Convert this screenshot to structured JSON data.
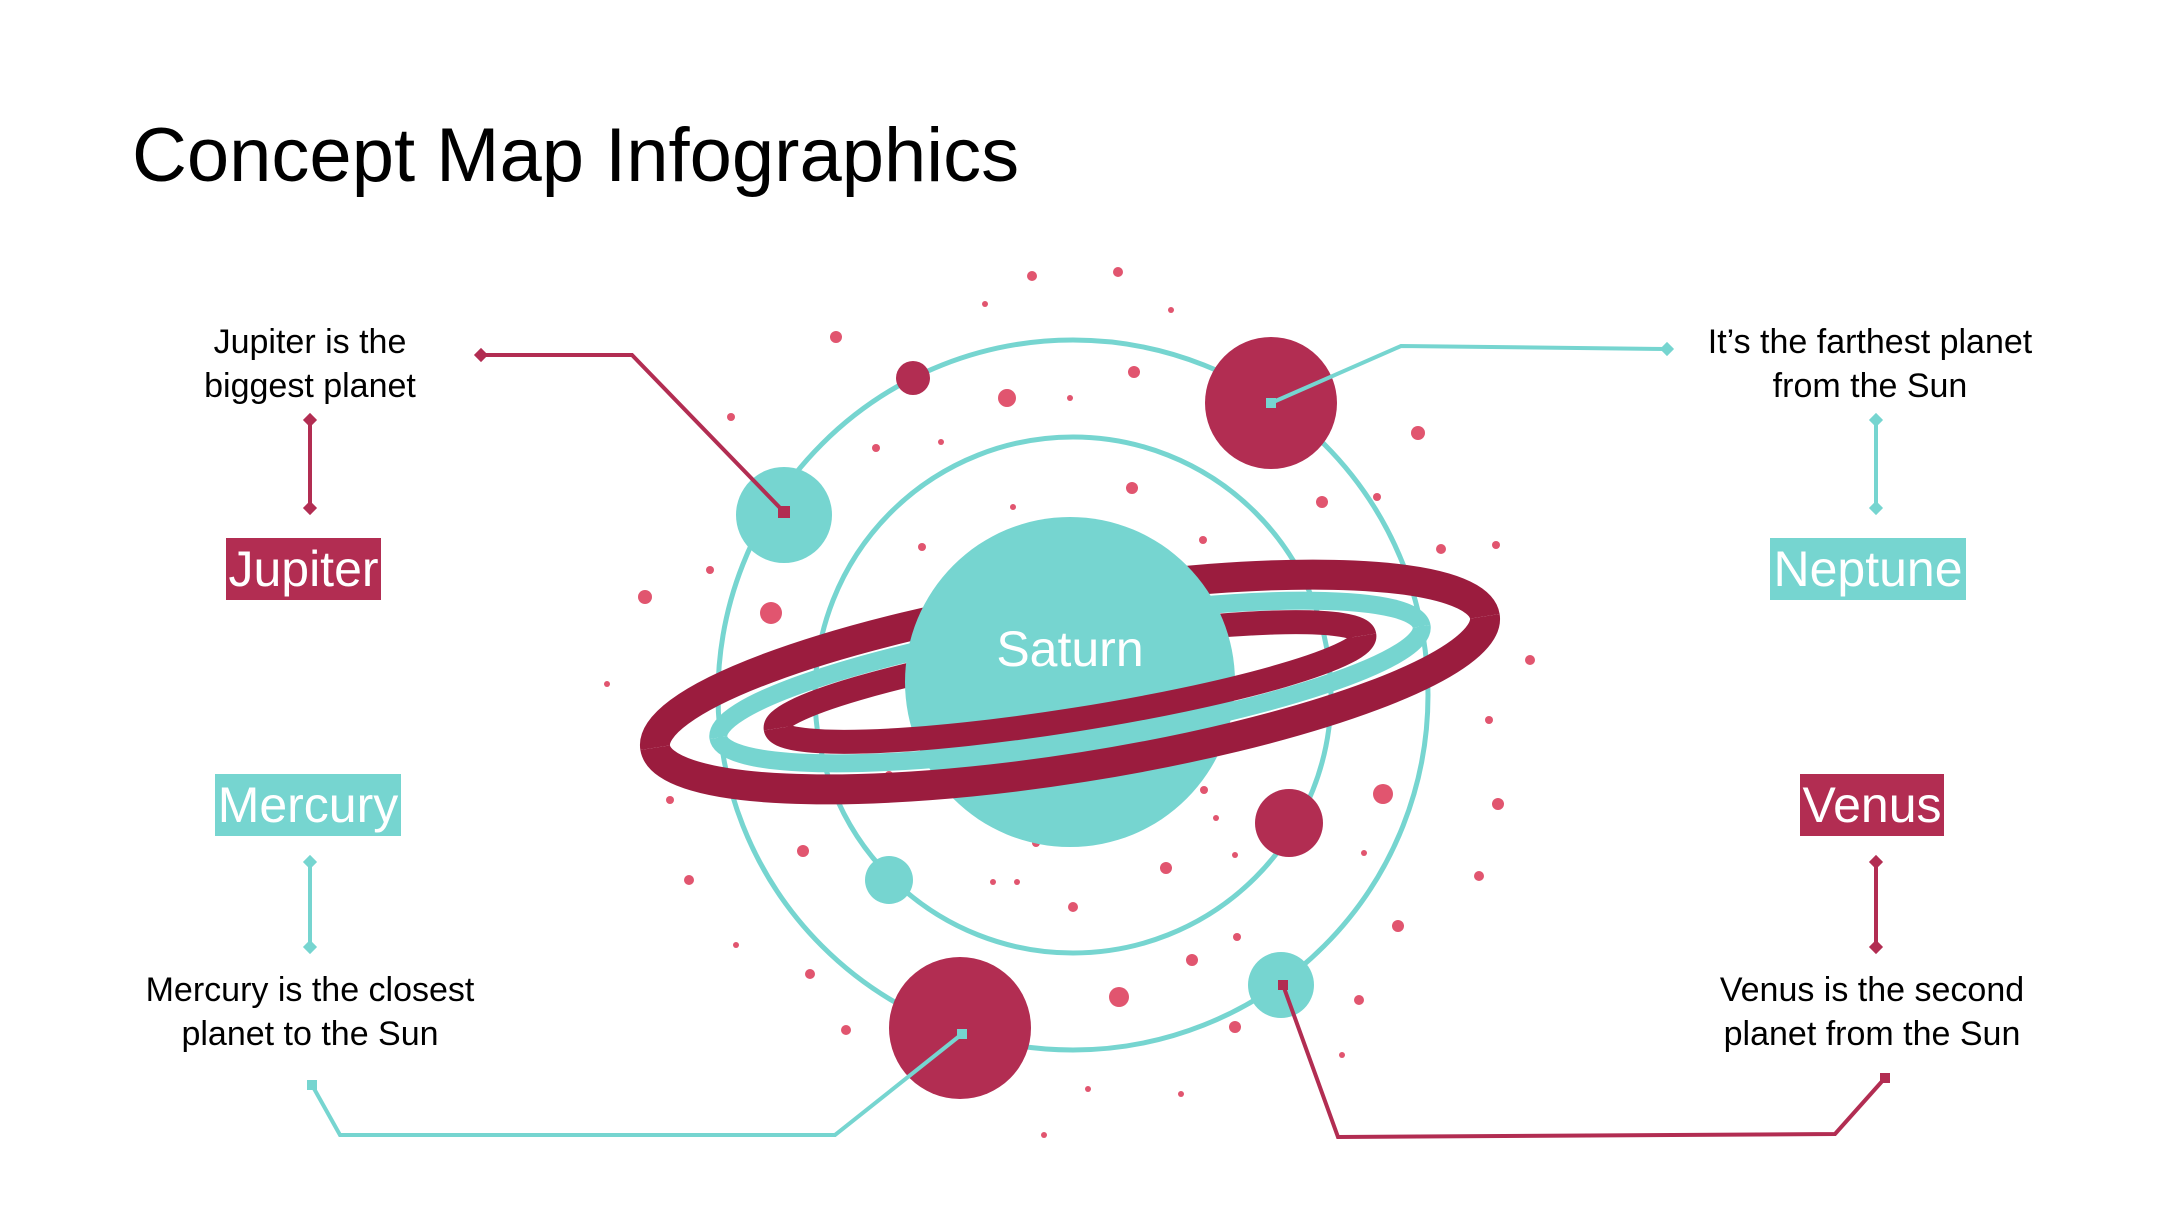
{
  "title": "Concept Map Infographics",
  "colors": {
    "teal": "#76d5d0",
    "crimson": "#b22d52",
    "dark_crimson": "#9b1c3e",
    "dot": "#e1556f"
  },
  "center": {
    "label": "Saturn"
  },
  "nodes": {
    "jupiter": {
      "label": "Jupiter",
      "desc_line1": "Jupiter is the",
      "desc_line2": "biggest planet"
    },
    "neptune": {
      "label": "Neptune",
      "desc_line1": "It’s the farthest planet",
      "desc_line2": "from the Sun"
    },
    "mercury": {
      "label": "Mercury",
      "desc_line1": "Mercury is the closest",
      "desc_line2": "planet to the Sun"
    },
    "venus": {
      "label": "Venus",
      "desc_line1": "Venus is the second",
      "desc_line2": "planet from the Sun"
    }
  }
}
